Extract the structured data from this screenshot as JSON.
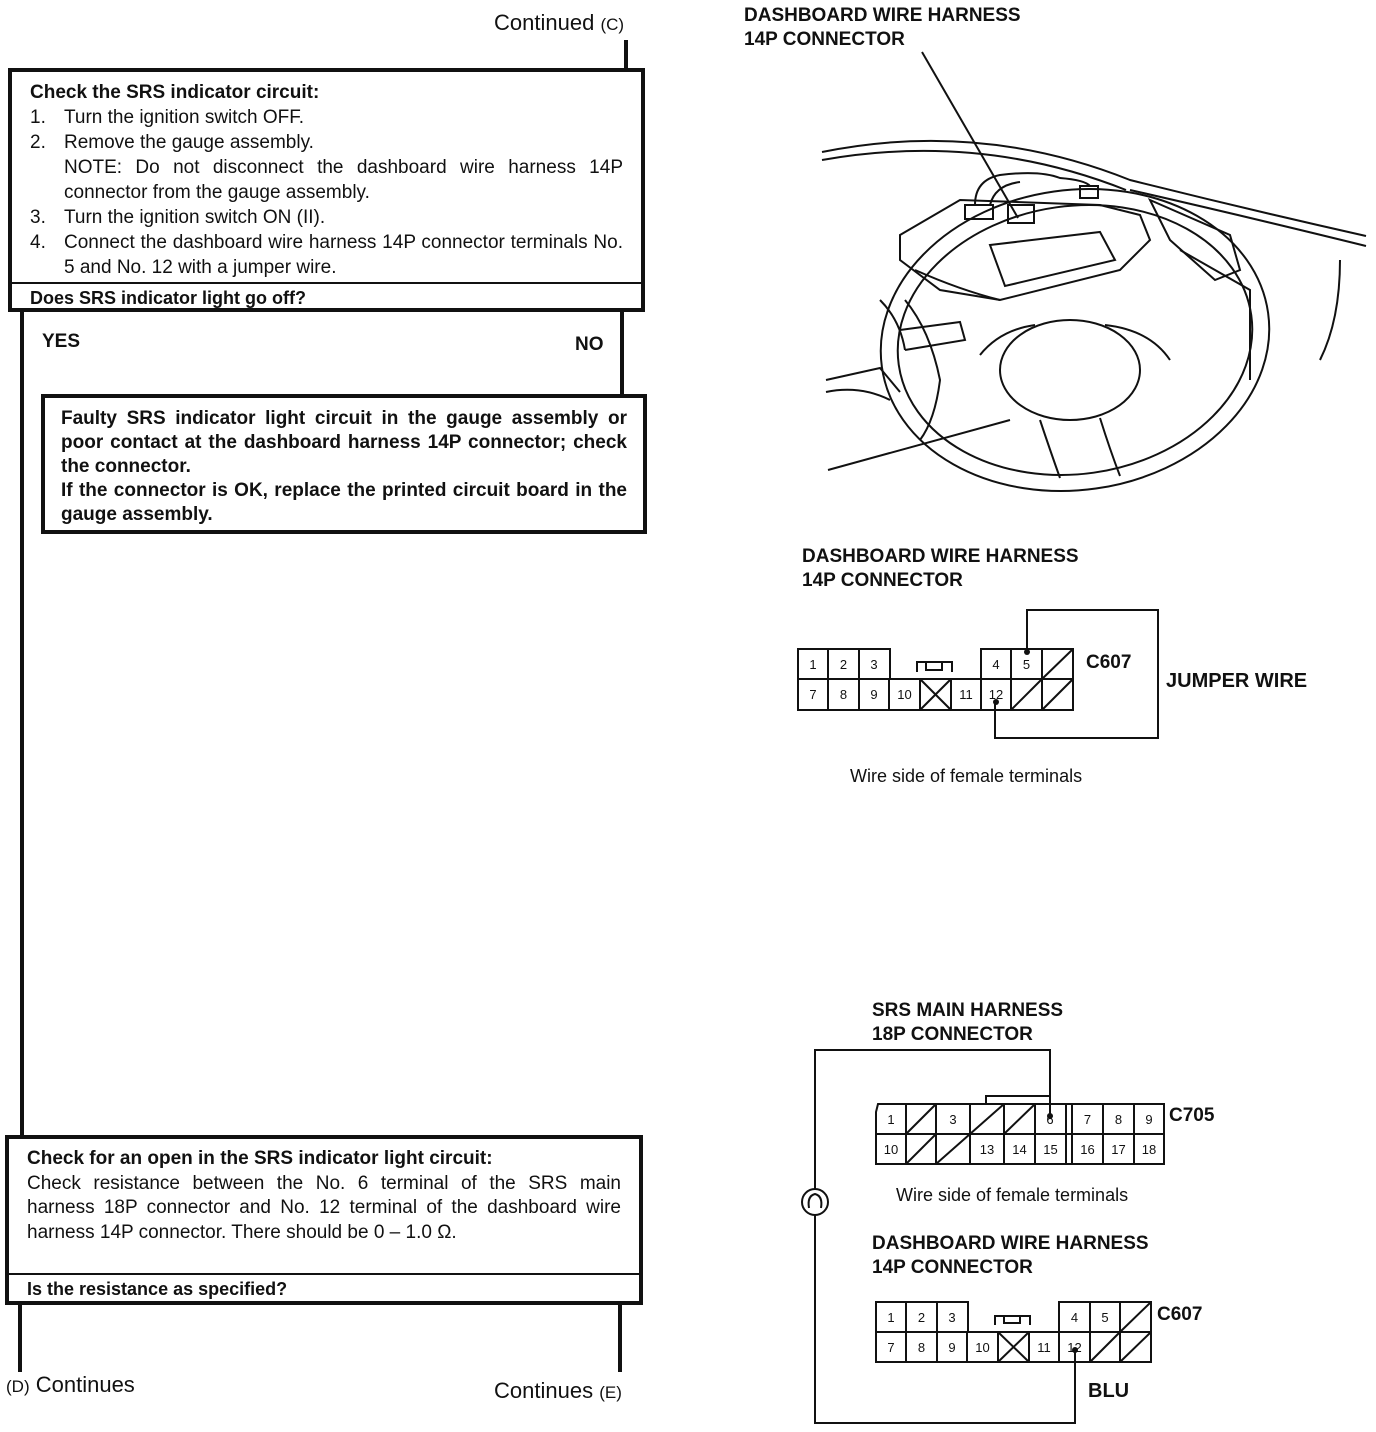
{
  "flow": {
    "continued_label": "Continued",
    "continued_ref": "(C)",
    "box1": {
      "title": "Check the SRS indicator circuit:",
      "steps": [
        {
          "num": "1.",
          "text": "Turn the ignition switch OFF."
        },
        {
          "num": "2.",
          "text": "Remove the gauge assembly."
        },
        {
          "num": "",
          "text": "NOTE: Do not disconnect the dashboard wire harness 14P connector from the gauge assembly."
        },
        {
          "num": "3.",
          "text": "Turn the ignition switch ON (II)."
        },
        {
          "num": "4.",
          "text": "Connect the dashboard wire harness 14P connector terminals No. 5 and No. 12 with a jumper wire."
        }
      ],
      "question": "Does SRS indicator light go off?"
    },
    "yes_label": "YES",
    "no_label": "NO",
    "box2": {
      "line1": "Faulty SRS indicator light circuit in the gauge assembly or poor contact at the dashboard harness 14P connector; check the connector.",
      "line2": "If the connector is OK, replace the printed circuit board in the gauge assembly."
    },
    "box3": {
      "title": "Check for an open in the SRS indicator light circuit:",
      "body": "Check resistance between the No. 6 terminal of the SRS main harness 18P connector and No. 12 terminal of the dashboard wire harness 14P connector. There should be 0 – 1.0 Ω.",
      "question": "Is the resistance as specified?"
    },
    "continues_d_ref": "(D)",
    "continues_d_label": "Continues",
    "continues_e_label": "Continues",
    "continues_e_ref": "(E)"
  },
  "illustration": {
    "top_label_line1": "DASHBOARD WIRE HARNESS",
    "top_label_line2": "14P CONNECTOR"
  },
  "connector1": {
    "label_line1": "DASHBOARD WIRE HARNESS",
    "label_line2": "14P CONNECTOR",
    "code": "C607",
    "jumper_label": "JUMPER WIRE",
    "caption": "Wire side of female terminals",
    "top_row": [
      "1",
      "2",
      "3",
      "4",
      "5"
    ],
    "bottom_row": [
      "7",
      "8",
      "9",
      "10",
      "11",
      "12"
    ]
  },
  "connector2": {
    "label_line1": "SRS MAIN HARNESS",
    "label_line2": "18P CONNECTOR",
    "code": "C705",
    "caption": "Wire side of female terminals",
    "top_row": [
      "1",
      "3",
      "6",
      "7",
      "8",
      "9"
    ],
    "bottom_row": [
      "10",
      "13",
      "14",
      "15",
      "16",
      "17",
      "18"
    ]
  },
  "connector3": {
    "label_line1": "DASHBOARD WIRE HARNESS",
    "label_line2": "14P CONNECTOR",
    "code": "C607",
    "wire_color": "BLU",
    "top_row": [
      "1",
      "2",
      "3",
      "4",
      "5"
    ],
    "bottom_row": [
      "7",
      "8",
      "9",
      "10",
      "11",
      "12"
    ]
  }
}
